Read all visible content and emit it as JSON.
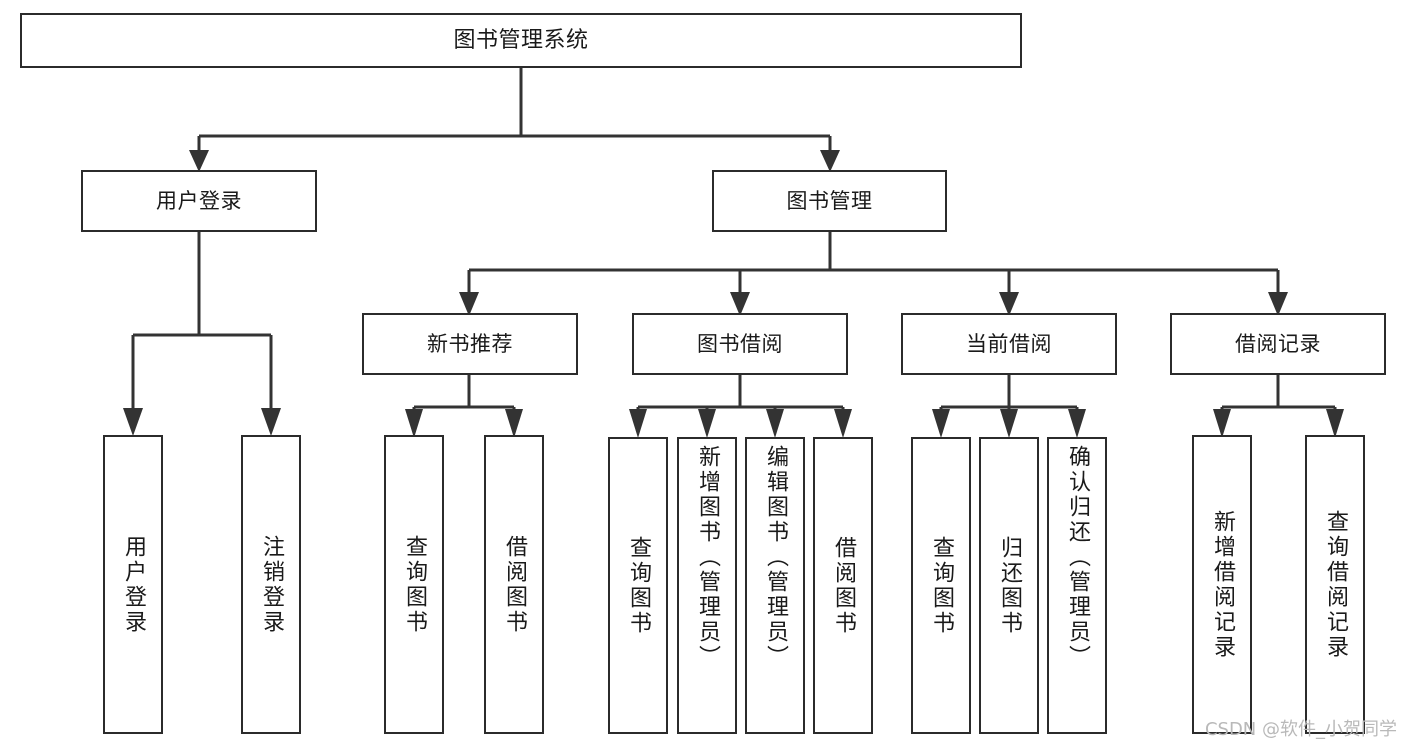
{
  "diagram": {
    "type": "tree-hierarchy-diagram",
    "title": "图书管理系统",
    "watermark": "CSDN @软件_小贺同学",
    "colors": {
      "box_border": "#2b2b2b",
      "box_fill": "#ffffff",
      "connector": "#333333",
      "text": "#1a1a1a",
      "watermark": "#b9b9b9"
    },
    "levels": {
      "root": {
        "label": "图书管理系统"
      },
      "level2": [
        {
          "id": "user-login",
          "label": "用户登录"
        },
        {
          "id": "book-management",
          "label": "图书管理"
        }
      ],
      "level3": [
        {
          "id": "new-book-recommend",
          "label": "新书推荐"
        },
        {
          "id": "book-borrow",
          "label": "图书借阅"
        },
        {
          "id": "current-borrow",
          "label": "当前借阅"
        },
        {
          "id": "borrow-record",
          "label": "借阅记录"
        }
      ],
      "leaves": {
        "user_login": [
          {
            "id": "leaf-user-login",
            "label": "用户登录"
          },
          {
            "id": "leaf-logout-login",
            "label": "注销登录"
          }
        ],
        "new_book_recommend": [
          {
            "id": "leaf-query-book-1",
            "label": "查询图书"
          },
          {
            "id": "leaf-borrow-book-1",
            "label": "借阅图书"
          }
        ],
        "book_borrow": [
          {
            "id": "leaf-query-book-2",
            "label": "查询图书"
          },
          {
            "id": "leaf-add-book",
            "label": "新增图书（管理员）"
          },
          {
            "id": "leaf-edit-book",
            "label": "编辑图书（管理员）"
          },
          {
            "id": "leaf-borrow-book-2",
            "label": "借阅图书"
          }
        ],
        "current_borrow": [
          {
            "id": "leaf-query-book-3",
            "label": "查询图书"
          },
          {
            "id": "leaf-return-book",
            "label": "归还图书"
          },
          {
            "id": "leaf-confirm-return",
            "label": "确认归还（管理员）"
          }
        ],
        "borrow_record": [
          {
            "id": "leaf-add-record",
            "label": "新增借阅记录"
          },
          {
            "id": "leaf-query-record",
            "label": "查询借阅记录"
          }
        ]
      }
    }
  }
}
